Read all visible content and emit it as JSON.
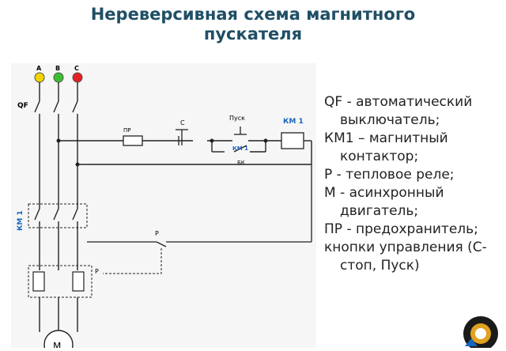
{
  "title": {
    "line1": "Нереверсивная схема магнитного",
    "line2": "пускателя"
  },
  "diagram": {
    "phase_a": "A",
    "phase_b": "B",
    "phase_c": "C",
    "qf": "QF",
    "pr": "ПР",
    "c_button": "С",
    "pusk_button": "Пуск",
    "km1_coil": "КМ 1",
    "km1_contact": "КМ 1",
    "bk": "БК",
    "km1_main": "КМ 1",
    "p_contact": "Р",
    "p_relay": "Р",
    "motor": "М",
    "colors": {
      "phase_a": "#f2d400",
      "phase_b": "#39c12d",
      "phase_c": "#e52020",
      "km_label": "#1565c0",
      "title": "#1f4f66"
    }
  },
  "legend": [
    "QF - автоматический выключатель;",
    "КМ1 – магнитный контактор;",
    "Р - тепловое реле;",
    "М - асинхронный двигатель;",
    "ПР - предохранитель;",
    "кнопки управления (С-стоп, Пуск)"
  ]
}
